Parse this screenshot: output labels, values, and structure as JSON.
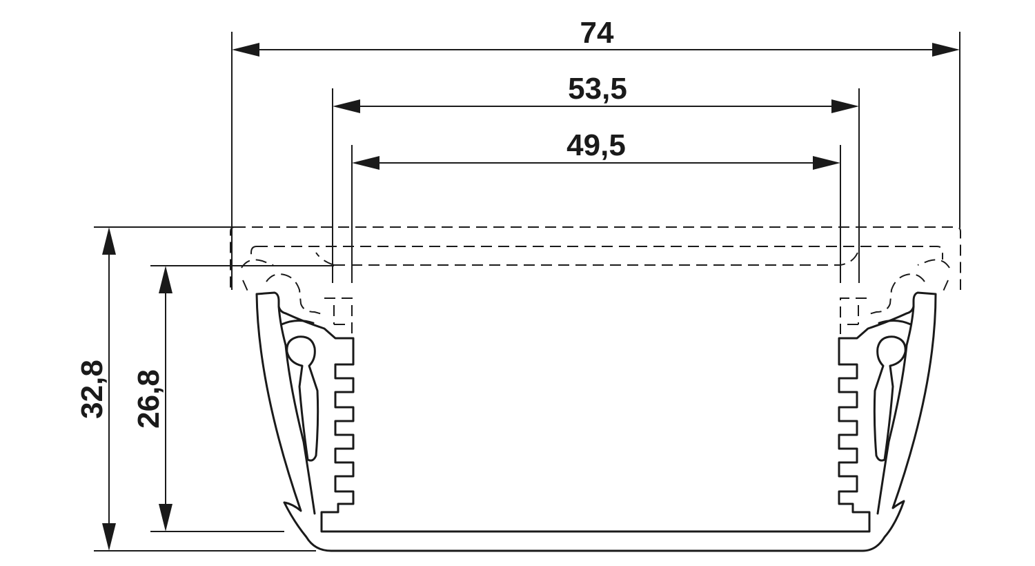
{
  "dimensions": {
    "overall_width": "74",
    "outer_width": "53,5",
    "inner_width": "49,5",
    "total_height": "32,8",
    "body_height": "26,8"
  },
  "colors": {
    "line": "#1a1a1a",
    "background": "#ffffff"
  }
}
